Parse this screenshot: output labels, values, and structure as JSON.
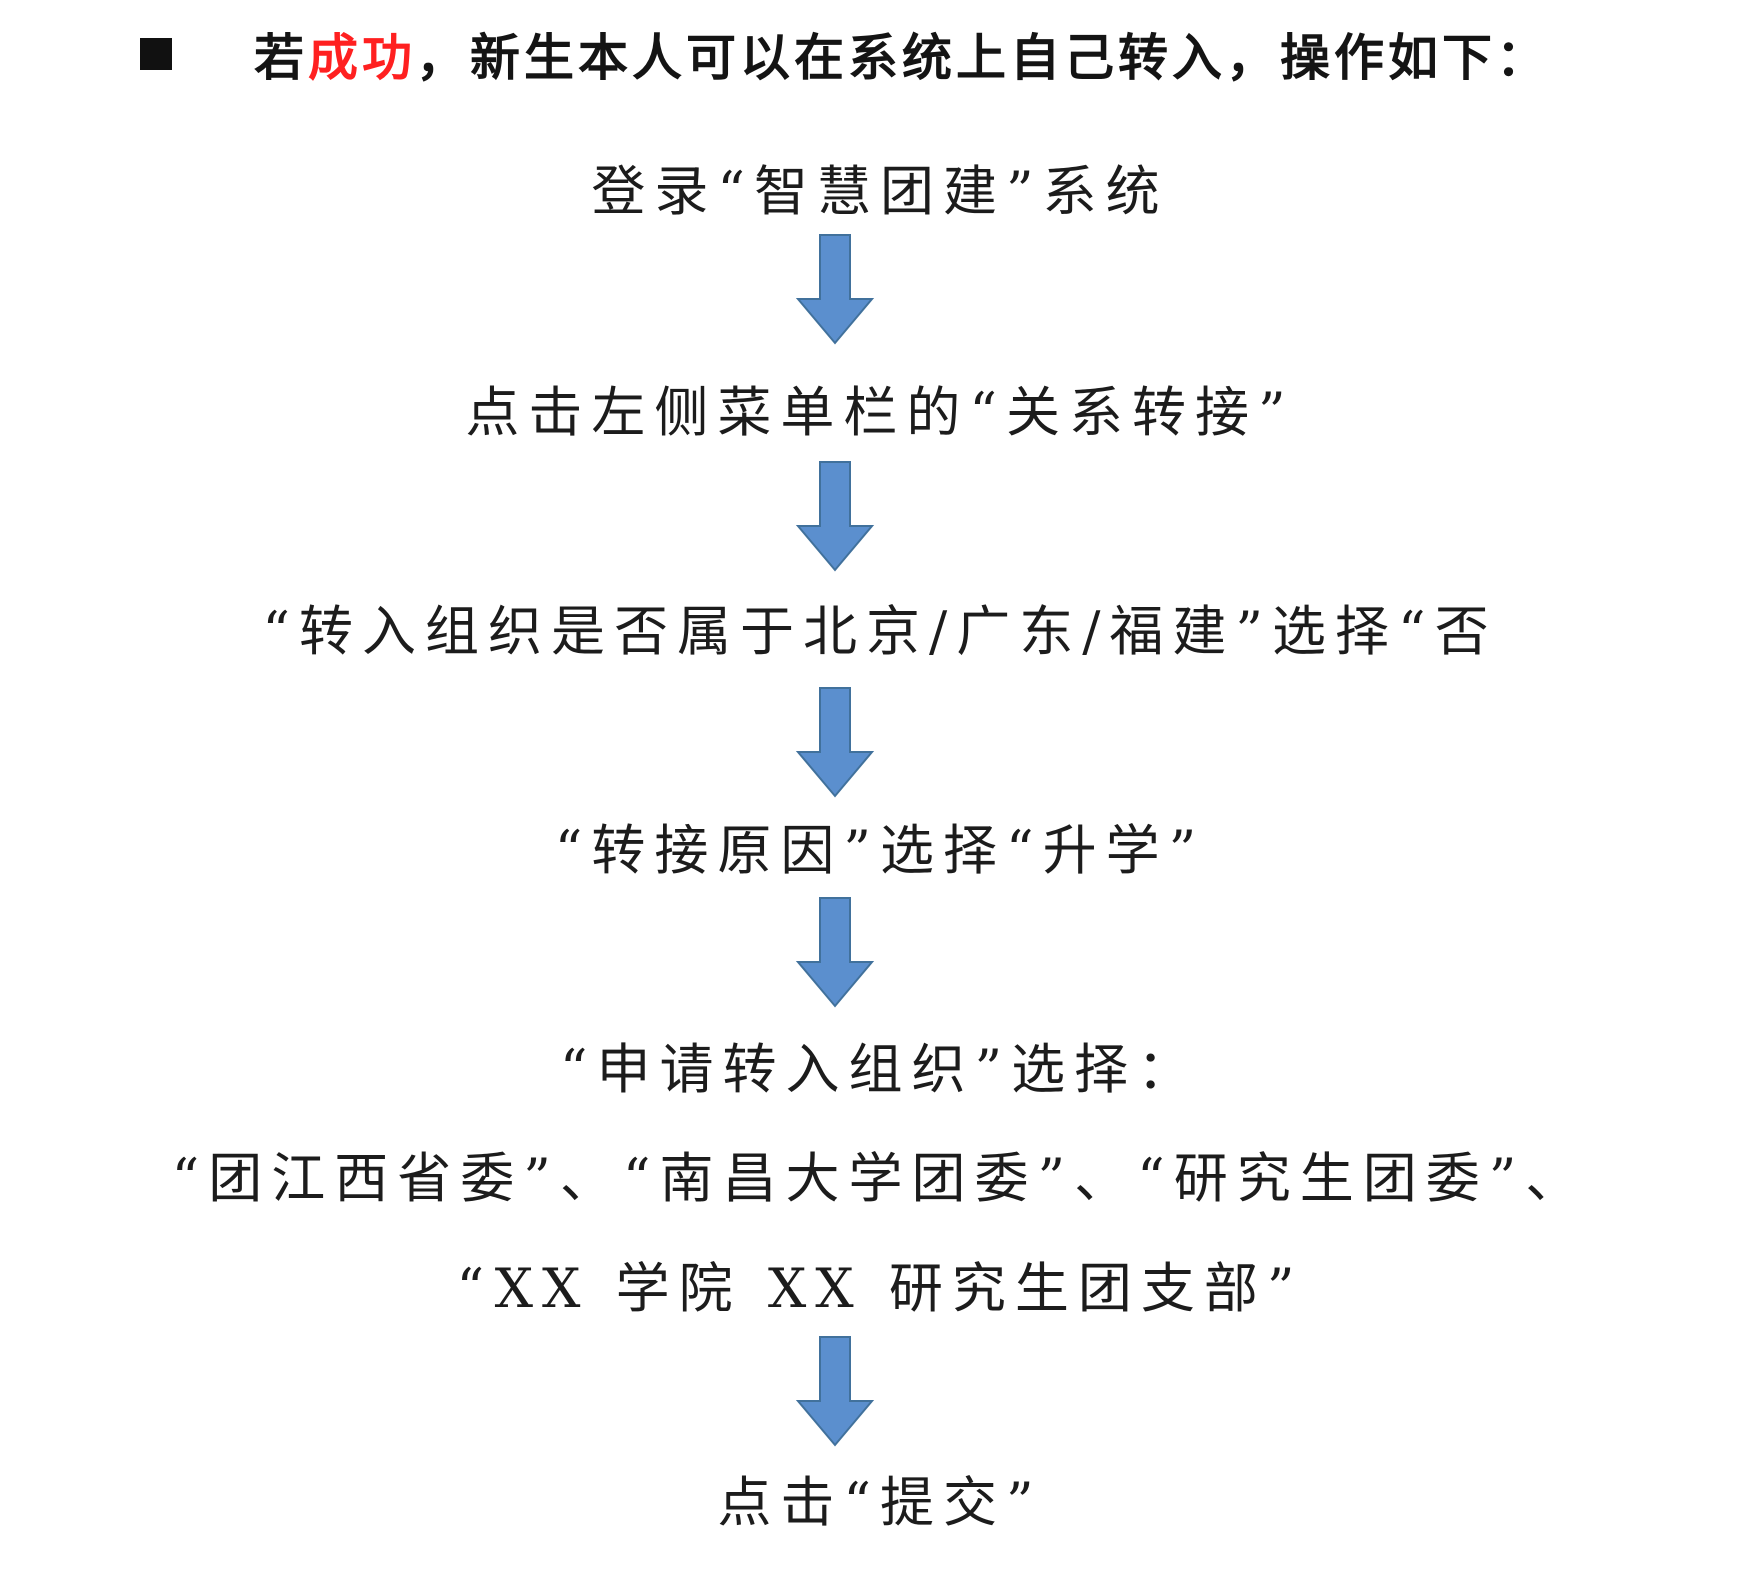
{
  "heading": {
    "prefix": "若",
    "highlight": "成功",
    "rest": "，新生本人可以在系统上自己转入，操作如下：",
    "highlight_color": "#ff2020"
  },
  "steps": [
    "登录“智慧团建”系统",
    "点击左侧菜单栏的“关系转接”",
    "“转入组织是否属于北京/广东/福建”选择“否",
    "“转接原因”选择“升学”",
    "“申请转入组织”选择：",
    "“团江西省委”、“南昌大学团委”、“研究生团委”、",
    "“XX 学院 XX 研究生团支部”",
    "点击“提交”"
  ],
  "arrow_color": "#5b8fce",
  "arrow_border_color": "#41719c"
}
